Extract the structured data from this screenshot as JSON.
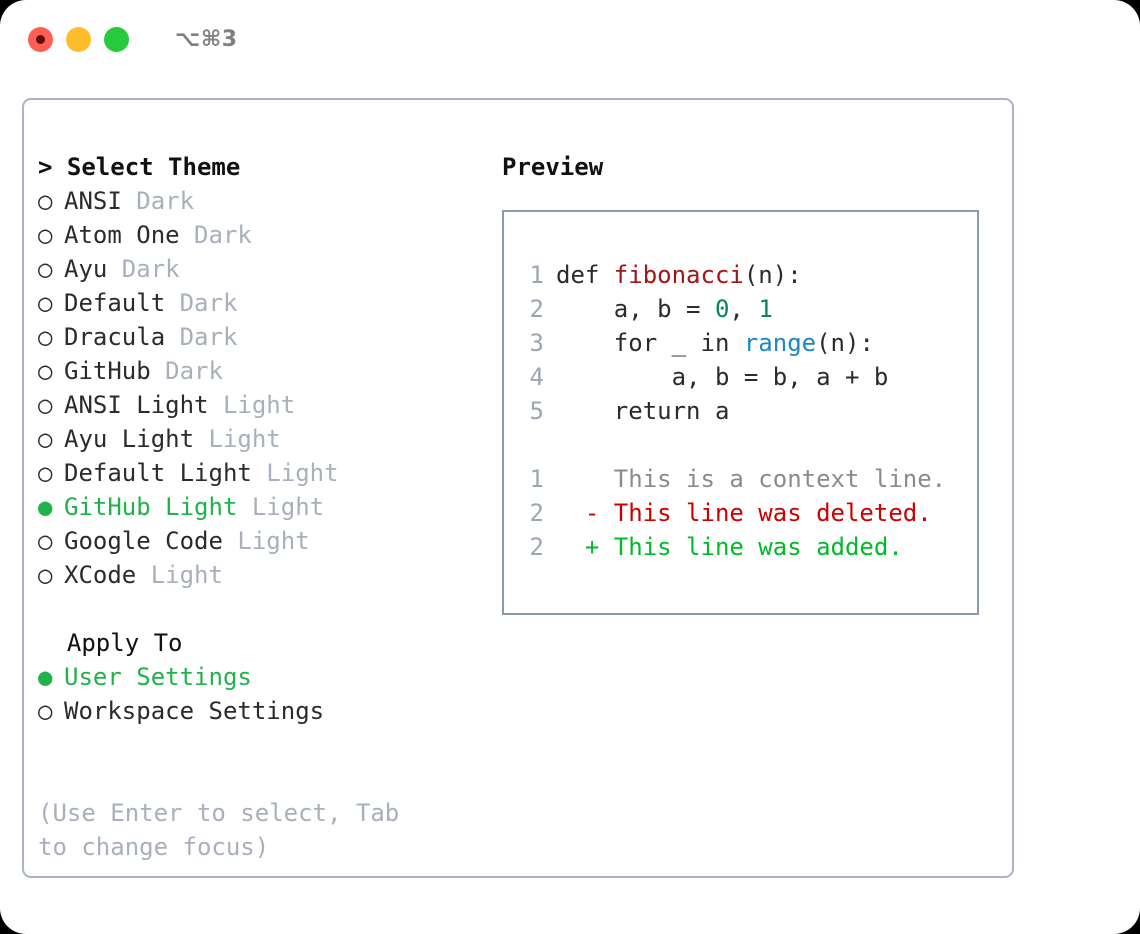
{
  "titlebar": {
    "shortcut": "⌥⌘3",
    "lights": [
      {
        "name": "close",
        "color": "#ff5f56"
      },
      {
        "name": "minimize",
        "color": "#ffbd2e"
      },
      {
        "name": "maximize",
        "color": "#27c93f"
      }
    ]
  },
  "theme_panel": {
    "header": "> Select Theme",
    "items": [
      {
        "bullet": "○",
        "label": "ANSI",
        "tag": "Dark",
        "selected": false
      },
      {
        "bullet": "○",
        "label": "Atom One",
        "tag": "Dark",
        "selected": false
      },
      {
        "bullet": "○",
        "label": "Ayu",
        "tag": "Dark",
        "selected": false
      },
      {
        "bullet": "○",
        "label": "Default",
        "tag": "Dark",
        "selected": false
      },
      {
        "bullet": "○",
        "label": "Dracula",
        "tag": "Dark",
        "selected": false
      },
      {
        "bullet": "○",
        "label": "GitHub",
        "tag": "Dark",
        "selected": false
      },
      {
        "bullet": "○",
        "label": "ANSI Light",
        "tag": "Light",
        "selected": false
      },
      {
        "bullet": "○",
        "label": "Ayu Light",
        "tag": "Light",
        "selected": false
      },
      {
        "bullet": "○",
        "label": "Default Light",
        "tag": "Light",
        "selected": false
      },
      {
        "bullet": "●",
        "label": "GitHub Light",
        "tag": "Light",
        "selected": true
      },
      {
        "bullet": "○",
        "label": "Google Code",
        "tag": "Light",
        "selected": false
      },
      {
        "bullet": "○",
        "label": "XCode",
        "tag": "Light",
        "selected": false
      }
    ]
  },
  "apply_to": {
    "header": "  Apply To",
    "items": [
      {
        "bullet": "●",
        "label": "User Settings",
        "selected": true
      },
      {
        "bullet": "○",
        "label": "Workspace Settings",
        "selected": false
      }
    ]
  },
  "hint": "(Use Enter to select, Tab to change focus)",
  "preview": {
    "header": "Preview",
    "code_lines": [
      {
        "num": "1",
        "tokens": [
          {
            "text": "def ",
            "style": "plain"
          },
          {
            "text": "fibonacci",
            "style": "fn"
          },
          {
            "text": "(n):",
            "style": "plain"
          }
        ]
      },
      {
        "num": "2",
        "tokens": [
          {
            "text": "    a, b = ",
            "style": "plain"
          },
          {
            "text": "0",
            "style": "num"
          },
          {
            "text": ", ",
            "style": "plain"
          },
          {
            "text": "1",
            "style": "num"
          }
        ]
      },
      {
        "num": "3",
        "tokens": [
          {
            "text": "    for _ in ",
            "style": "plain"
          },
          {
            "text": "range",
            "style": "builtin"
          },
          {
            "text": "(n):",
            "style": "plain"
          }
        ]
      },
      {
        "num": "4",
        "tokens": [
          {
            "text": "        a, b = b, a + b",
            "style": "plain"
          }
        ]
      },
      {
        "num": "5",
        "tokens": [
          {
            "text": "    return a",
            "style": "plain"
          }
        ]
      }
    ],
    "diff_lines": [
      {
        "num": "1",
        "marker": "  ",
        "text": "This is a context line.",
        "kind": "ctx"
      },
      {
        "num": "2",
        "marker": "- ",
        "text": "This line was deleted.",
        "kind": "del"
      },
      {
        "num": "2",
        "marker": "+ ",
        "text": "This line was added.",
        "kind": "add"
      }
    ]
  },
  "colors": {
    "accent_green": "#22b24c",
    "muted": "#a7b0bc",
    "panel_border": "#aab4c2",
    "code_border": "#8d9aab",
    "fn_red": "#a31515",
    "num_teal": "#098658",
    "builtin_blue": "#1c86c4",
    "diff_del": "#cc0000",
    "diff_add": "#00bb28"
  }
}
